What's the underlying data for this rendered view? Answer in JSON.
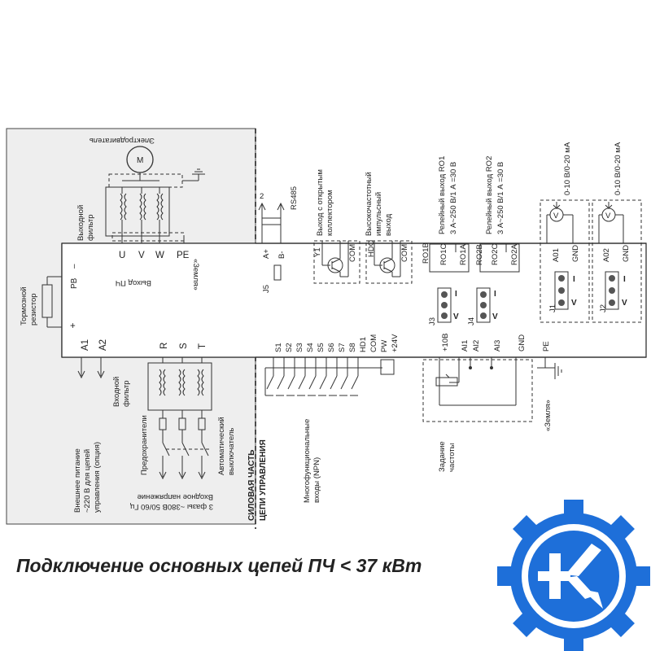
{
  "caption": "Подключение основных цепей ПЧ < 37 кВт",
  "power_section": {
    "motor": "Электродвигатель",
    "motor_symbol": "M",
    "output_filter": [
      "Выходной",
      "фильтр"
    ],
    "outputs": [
      "U",
      "V",
      "W",
      "PE"
    ],
    "output_label": "Выход ПЧ",
    "earth": "«Земля»",
    "brake_resistor": [
      "Тормозной",
      "резистор"
    ],
    "pb": "PB",
    "minus": "–",
    "plus": "+",
    "aux_terminals": [
      "A1",
      "A2"
    ],
    "aux_power": [
      "Внешнее питание",
      "~220 В для цепей",
      "управления (опция)"
    ],
    "input_filter": [
      "Входной",
      "фильтр"
    ],
    "inputs": [
      "R",
      "S",
      "T"
    ],
    "fuses": "Предохранители",
    "breaker": [
      "Автоматический",
      "выключатель"
    ],
    "mains": [
      "Входное напряжение",
      "3 фазы ~380В  50/60 Гц"
    ]
  },
  "section_labels": {
    "power": "СИЛОВАЯ ЧАСТЬ",
    "control": "ЦЕПИ УПРАВЛЕНИЯ"
  },
  "control_section": {
    "rs485": "RS485",
    "rs485_index": "2",
    "rs485_terms": [
      "A+",
      "B-"
    ],
    "j5": "J5",
    "open_collector": [
      "Выход с открытым",
      "коллектором"
    ],
    "y1_terms": [
      "Y1",
      "COM"
    ],
    "hf_output": [
      "Высокочастотный",
      "импульсный",
      "выход"
    ],
    "hdo_terms": [
      "HDO",
      "COM"
    ],
    "ro1b": "RO1B",
    "relay1": [
      "Релейный  выход RO1",
      "3 А~250 В/1 А =30 В"
    ],
    "ro1_terms": [
      "RO1C",
      "RO1A",
      "RO2B"
    ],
    "relay2": [
      "Релейный  выход RO2",
      "3 А~250 В/1 А =30 В"
    ],
    "ro2_terms": [
      "RO2C",
      "RO2A"
    ],
    "ao1_range": "0-10 В/0-20 мА",
    "ao1_terms": [
      "A01",
      "GND"
    ],
    "ao2_range": "0-10 В/0-20 мА",
    "ao2_terms": [
      "A02",
      "GND"
    ],
    "jumper_i": "I",
    "jumper_v": "V",
    "j1": "J1",
    "j2": "J2",
    "j3": "J3",
    "j4": "J4",
    "v_symbol": "V",
    "digital_inputs": [
      "S1",
      "S2",
      "S3",
      "S4",
      "S5",
      "S6",
      "S7",
      "S8",
      "HD1",
      "COM",
      "PW",
      "+24V"
    ],
    "multifunction": [
      "Многофункциональные",
      "входы (NPN)"
    ],
    "analog_inputs": [
      "+10В",
      "AI1",
      "AI2",
      "AI3",
      "GND"
    ],
    "freq_setting": [
      "Задание",
      "частоты"
    ],
    "pe": "PE",
    "earth2": "«Земля»"
  }
}
